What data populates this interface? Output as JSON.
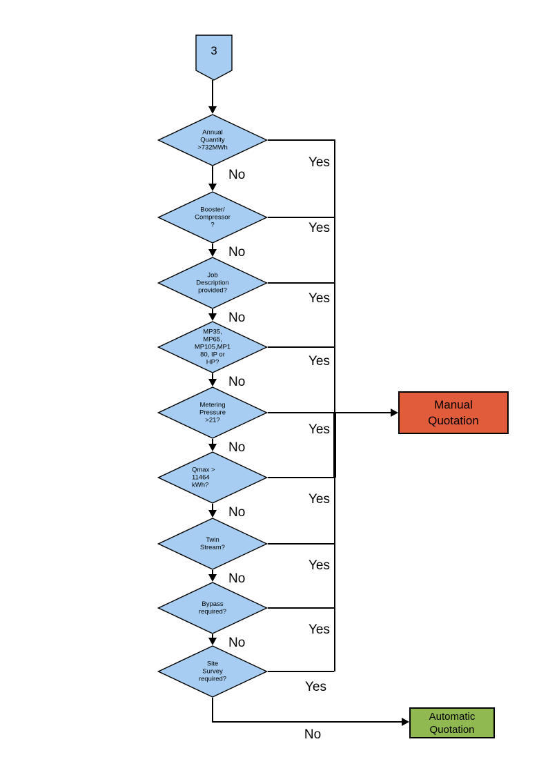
{
  "flowchart": {
    "connector": {
      "label": "3"
    },
    "decisions": [
      {
        "label": "Annual\nQuantity\n>732MWh",
        "yes": "Yes",
        "no": "No"
      },
      {
        "label": "Booster/\nCompressor\n?",
        "yes": "Yes",
        "no": "No"
      },
      {
        "label": "Job\nDescription\nprovided?",
        "yes": "Yes",
        "no": "No"
      },
      {
        "label": "MP35,\nMP65,\nMP105,MP1\n80, IP or\nHP?",
        "yes": "Yes",
        "no": "No"
      },
      {
        "label": "Metering\nPressure\n>21?",
        "yes": "Yes",
        "no": "No"
      },
      {
        "label": "Qmax >\n11464\nkWh?",
        "yes": "Yes",
        "no": "No"
      },
      {
        "label": "Twin\nStream?",
        "yes": "Yes",
        "no": "No"
      },
      {
        "label": "Bypass\nrequired?",
        "yes": "Yes",
        "no": "No"
      },
      {
        "label": "Site\nSurvey\nrequired?",
        "yes": "Yes",
        "no": "No"
      }
    ],
    "outcomes": {
      "manual": {
        "label": "Manual\nQuotation"
      },
      "automatic": {
        "label": "Automatic\nQuotation"
      }
    },
    "colors": {
      "decision-fill": "#A7CEF2",
      "shape-stroke": "#000000",
      "manual-fill": "#E15C3B",
      "automatic-fill": "#91B951",
      "line-color": "#000000",
      "text-color": "#000000",
      "background": "#FFFFFF"
    }
  }
}
